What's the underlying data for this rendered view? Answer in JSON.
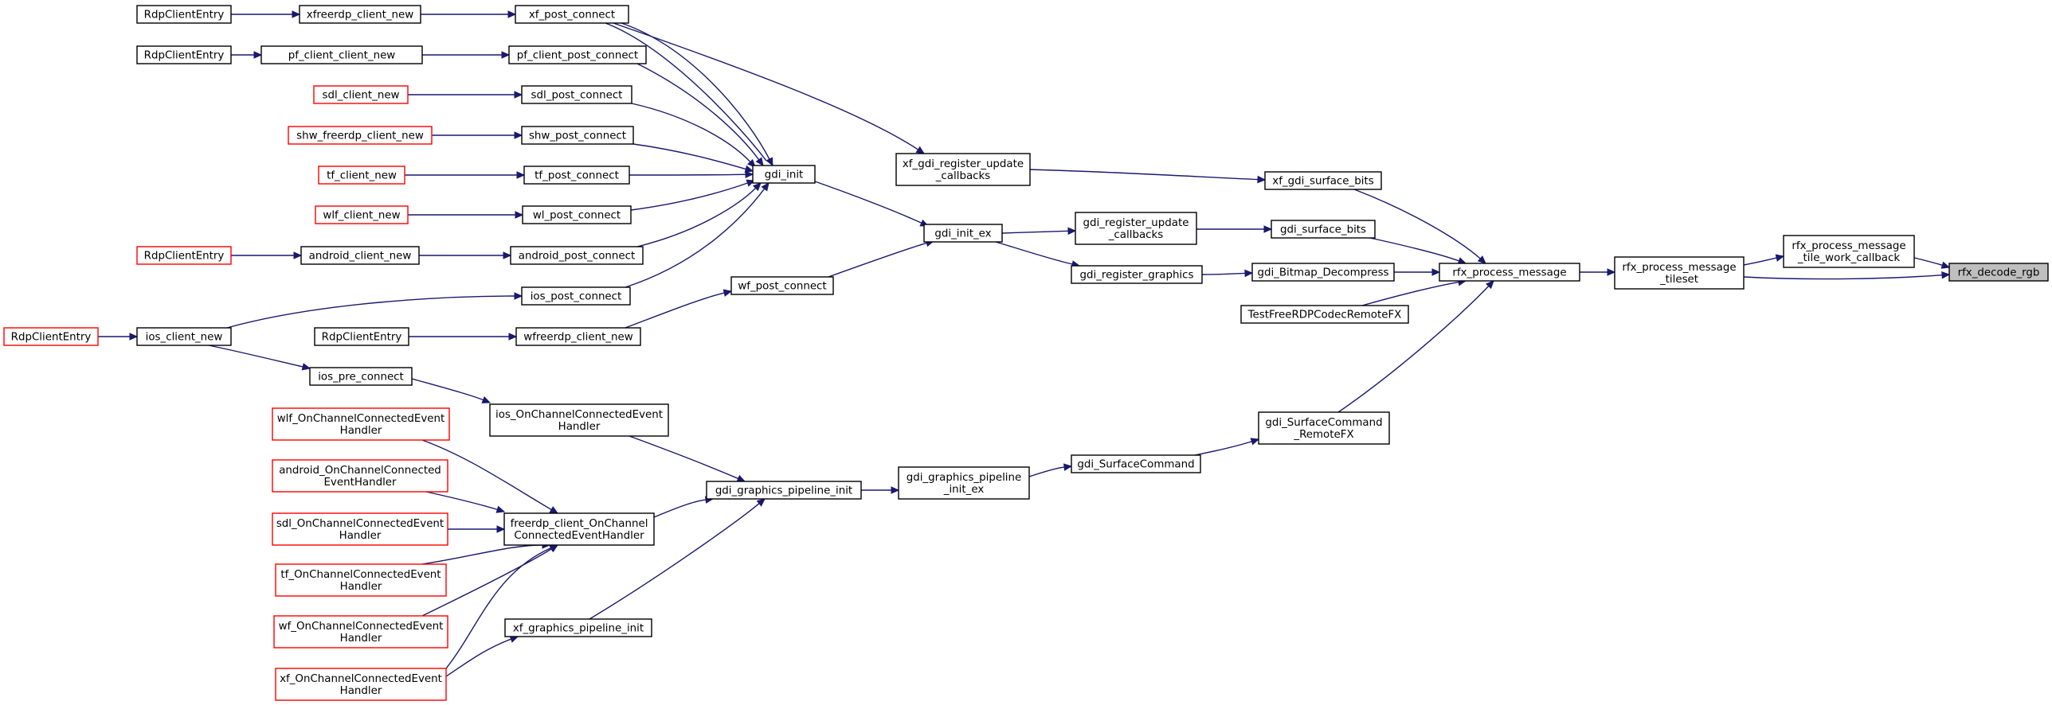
{
  "graph": {
    "type": "caller-graph",
    "focus_node": "rfx_decode_rgb",
    "colors": {
      "edge": "#191970",
      "node_border": "#000000",
      "node_border_unresolved": "#ff0000",
      "focus_fill": "#bfbfbf",
      "background": "#ffffff"
    },
    "nodes": [
      {
        "id": "n_rdp1",
        "lines": [
          "RdpClientEntry"
        ]
      },
      {
        "id": "n_xfreerdp_new",
        "lines": [
          "xfreerdp_client_new"
        ]
      },
      {
        "id": "n_xf_post",
        "lines": [
          "xf_post_connect"
        ]
      },
      {
        "id": "n_rdp2",
        "lines": [
          "RdpClientEntry"
        ]
      },
      {
        "id": "n_pf_new",
        "lines": [
          "pf_client_client_new"
        ]
      },
      {
        "id": "n_pf_post",
        "lines": [
          "pf_client_post_connect"
        ]
      },
      {
        "id": "n_sdl_new",
        "lines": [
          "sdl_client_new"
        ]
      },
      {
        "id": "n_sdl_post",
        "lines": [
          "sdl_post_connect"
        ]
      },
      {
        "id": "n_shw_new",
        "lines": [
          "shw_freerdp_client_new"
        ]
      },
      {
        "id": "n_shw_post",
        "lines": [
          "shw_post_connect"
        ]
      },
      {
        "id": "n_tf_new",
        "lines": [
          "tf_client_new"
        ]
      },
      {
        "id": "n_tf_post",
        "lines": [
          "tf_post_connect"
        ]
      },
      {
        "id": "n_wlf_new",
        "lines": [
          "wlf_client_new"
        ]
      },
      {
        "id": "n_wl_post",
        "lines": [
          "wl_post_connect"
        ]
      },
      {
        "id": "n_rdp3",
        "lines": [
          "RdpClientEntry"
        ]
      },
      {
        "id": "n_android_new",
        "lines": [
          "android_client_new"
        ]
      },
      {
        "id": "n_android_post",
        "lines": [
          "android_post_connect"
        ]
      },
      {
        "id": "n_ios_post",
        "lines": [
          "ios_post_connect"
        ]
      },
      {
        "id": "n_rdp4",
        "lines": [
          "RdpClientEntry"
        ]
      },
      {
        "id": "n_ios_new",
        "lines": [
          "ios_client_new"
        ]
      },
      {
        "id": "n_rdp5",
        "lines": [
          "RdpClientEntry"
        ]
      },
      {
        "id": "n_wfreerdp_new",
        "lines": [
          "wfreerdp_client_new"
        ]
      },
      {
        "id": "n_wf_post",
        "lines": [
          "wf_post_connect"
        ]
      },
      {
        "id": "n_ios_pre",
        "lines": [
          "ios_pre_connect"
        ]
      },
      {
        "id": "n_gdi_init",
        "lines": [
          "gdi_init"
        ]
      },
      {
        "id": "n_xf_reg",
        "lines": [
          "xf_gdi_register_update",
          "_callbacks"
        ]
      },
      {
        "id": "n_gdi_init_ex",
        "lines": [
          "gdi_init_ex"
        ]
      },
      {
        "id": "n_gdi_reg_upd",
        "lines": [
          "gdi_register_update",
          "_callbacks"
        ]
      },
      {
        "id": "n_gdi_reg_gfx",
        "lines": [
          "gdi_register_graphics"
        ]
      },
      {
        "id": "n_xf_surf",
        "lines": [
          "xf_gdi_surface_bits"
        ]
      },
      {
        "id": "n_gdi_surf",
        "lines": [
          "gdi_surface_bits"
        ]
      },
      {
        "id": "n_gdi_bmp",
        "lines": [
          "gdi_Bitmap_Decompress"
        ]
      },
      {
        "id": "n_test_fx",
        "lines": [
          "TestFreeRDPCodecRemoteFX"
        ]
      },
      {
        "id": "n_rfx_pm",
        "lines": [
          "rfx_process_message"
        ]
      },
      {
        "id": "n_rfx_tileset",
        "lines": [
          "rfx_process_message",
          "_tileset"
        ]
      },
      {
        "id": "n_rfx_tile_cb",
        "lines": [
          "rfx_process_message",
          "_tile_work_callback"
        ]
      },
      {
        "id": "n_rfx_rgb",
        "lines": [
          "rfx_decode_rgb"
        ]
      },
      {
        "id": "n_ios_chan",
        "lines": [
          "ios_OnChannelConnectedEvent",
          "Handler"
        ]
      },
      {
        "id": "n_wlf_chan",
        "lines": [
          "wlf_OnChannelConnectedEvent",
          "Handler"
        ]
      },
      {
        "id": "n_android_chan",
        "lines": [
          "android_OnChannelConnected",
          "EventHandler"
        ]
      },
      {
        "id": "n_sdl_chan",
        "lines": [
          "sdl_OnChannelConnectedEvent",
          "Handler"
        ]
      },
      {
        "id": "n_tf_chan",
        "lines": [
          "tf_OnChannelConnectedEvent",
          "Handler"
        ]
      },
      {
        "id": "n_wf_chan",
        "lines": [
          "wf_OnChannelConnectedEvent",
          "Handler"
        ]
      },
      {
        "id": "n_xf_chan",
        "lines": [
          "xf_OnChannelConnectedEvent",
          "Handler"
        ]
      },
      {
        "id": "n_freerdp_chan",
        "lines": [
          "freerdp_client_OnChannel",
          "ConnectedEventHandler"
        ]
      },
      {
        "id": "n_gdi_gp_init",
        "lines": [
          "gdi_graphics_pipeline_init"
        ]
      },
      {
        "id": "n_xf_gp_init",
        "lines": [
          "xf_graphics_pipeline_init"
        ]
      },
      {
        "id": "n_gdi_gp_init_ex",
        "lines": [
          "gdi_graphics_pipeline",
          "_init_ex"
        ]
      },
      {
        "id": "n_gdi_sc",
        "lines": [
          "gdi_SurfaceCommand"
        ]
      },
      {
        "id": "n_gdi_sc_rfx",
        "lines": [
          "gdi_SurfaceCommand",
          "_RemoteFX"
        ]
      }
    ],
    "edges": [
      {
        "from": "n_rdp1",
        "to": "n_xfreerdp_new"
      },
      {
        "from": "n_xfreerdp_new",
        "to": "n_xf_post"
      },
      {
        "from": "n_rdp2",
        "to": "n_pf_new"
      },
      {
        "from": "n_pf_new",
        "to": "n_pf_post"
      },
      {
        "from": "n_sdl_new",
        "to": "n_sdl_post"
      },
      {
        "from": "n_shw_new",
        "to": "n_shw_post"
      },
      {
        "from": "n_tf_new",
        "to": "n_tf_post"
      },
      {
        "from": "n_wlf_new",
        "to": "n_wl_post"
      },
      {
        "from": "n_rdp3",
        "to": "n_android_new"
      },
      {
        "from": "n_android_new",
        "to": "n_android_post"
      },
      {
        "from": "n_rdp4",
        "to": "n_ios_new"
      },
      {
        "from": "n_ios_new",
        "to": "n_ios_post"
      },
      {
        "from": "n_ios_new",
        "to": "n_ios_pre"
      },
      {
        "from": "n_rdp5",
        "to": "n_wfreerdp_new"
      },
      {
        "from": "n_wfreerdp_new",
        "to": "n_wf_post"
      },
      {
        "from": "n_xf_post",
        "to": "n_gdi_init"
      },
      {
        "from": "n_xf_post",
        "to": "n_xf_reg"
      },
      {
        "from": "n_pf_post",
        "to": "n_gdi_init"
      },
      {
        "from": "n_sdl_post",
        "to": "n_gdi_init"
      },
      {
        "from": "n_shw_post",
        "to": "n_gdi_init"
      },
      {
        "from": "n_tf_post",
        "to": "n_gdi_init"
      },
      {
        "from": "n_wl_post",
        "to": "n_gdi_init"
      },
      {
        "from": "n_android_post",
        "to": "n_gdi_init"
      },
      {
        "from": "n_ios_post",
        "to": "n_gdi_init"
      },
      {
        "from": "n_gdi_init",
        "to": "n_gdi_init_ex"
      },
      {
        "from": "n_wf_post",
        "to": "n_gdi_init_ex"
      },
      {
        "from": "n_gdi_init_ex",
        "to": "n_gdi_reg_upd"
      },
      {
        "from": "n_gdi_init_ex",
        "to": "n_gdi_reg_gfx"
      },
      {
        "from": "n_xf_reg",
        "to": "n_xf_surf"
      },
      {
        "from": "n_gdi_reg_upd",
        "to": "n_gdi_surf"
      },
      {
        "from": "n_gdi_reg_gfx",
        "to": "n_gdi_bmp"
      },
      {
        "from": "n_xf_surf",
        "to": "n_rfx_pm"
      },
      {
        "from": "n_gdi_surf",
        "to": "n_rfx_pm"
      },
      {
        "from": "n_gdi_bmp",
        "to": "n_rfx_pm"
      },
      {
        "from": "n_test_fx",
        "to": "n_rfx_pm"
      },
      {
        "from": "n_gdi_sc_rfx",
        "to": "n_rfx_pm"
      },
      {
        "from": "n_rfx_pm",
        "to": "n_rfx_tileset"
      },
      {
        "from": "n_rfx_tileset",
        "to": "n_rfx_tile_cb"
      },
      {
        "from": "n_rfx_tileset",
        "to": "n_rfx_rgb"
      },
      {
        "from": "n_rfx_tile_cb",
        "to": "n_rfx_rgb"
      },
      {
        "from": "n_ios_pre",
        "to": "n_ios_chan"
      },
      {
        "from": "n_ios_chan",
        "to": "n_gdi_gp_init"
      },
      {
        "from": "n_wlf_chan",
        "to": "n_freerdp_chan"
      },
      {
        "from": "n_android_chan",
        "to": "n_freerdp_chan"
      },
      {
        "from": "n_sdl_chan",
        "to": "n_freerdp_chan"
      },
      {
        "from": "n_tf_chan",
        "to": "n_freerdp_chan"
      },
      {
        "from": "n_wf_chan",
        "to": "n_freerdp_chan"
      },
      {
        "from": "n_xf_chan",
        "to": "n_freerdp_chan"
      },
      {
        "from": "n_xf_chan",
        "to": "n_xf_gp_init"
      },
      {
        "from": "n_freerdp_chan",
        "to": "n_gdi_gp_init"
      },
      {
        "from": "n_xf_gp_init",
        "to": "n_gdi_gp_init"
      },
      {
        "from": "n_gdi_gp_init",
        "to": "n_gdi_gp_init_ex"
      },
      {
        "from": "n_gdi_gp_init_ex",
        "to": "n_gdi_sc"
      },
      {
        "from": "n_gdi_sc",
        "to": "n_gdi_sc_rfx"
      }
    ]
  }
}
